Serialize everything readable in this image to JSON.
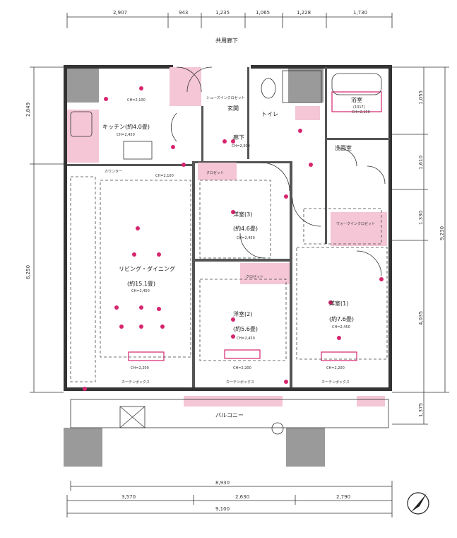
{
  "colors": {
    "accent": "#d6246e",
    "wall": "#9a9a9a",
    "pink_area": "#f4c6d6"
  },
  "dims": {
    "top": [
      "2,907",
      "943",
      "1,235",
      "1,065",
      "1,228",
      "1,730"
    ],
    "left": [
      "2,849",
      "6,250"
    ],
    "right": [
      "1,055",
      "1,610",
      "1,330",
      "4,035",
      "1,375"
    ],
    "right_total": "9,230",
    "bottom_total": "8,930",
    "bottom": [
      "3,570",
      "2,630",
      "2,790"
    ],
    "bottom_grand": "9,100"
  },
  "labels": {
    "corridor": "共用廊下",
    "kitchen": "キッチン(約4.0畳)",
    "ldk": "リビング・ダイニング",
    "ldk_area": "(約15.1畳)",
    "bedroom3": "洋室(3)",
    "bedroom3_area": "(約4.6畳)",
    "bedroom2": "洋室(2)",
    "bedroom2_area": "(約5.6畳)",
    "bedroom1": "洋室(1)",
    "bedroom1_area": "(約7.6畳)",
    "hall": "廊下",
    "entrance": "玄関",
    "toilet": "トイレ",
    "bath": "浴室",
    "bath_size": "(1317)",
    "washroom": "洗面室",
    "balcony": "バルコニー",
    "closet": "クロゼット",
    "walkin": "ウォークインクロゼット",
    "shoebox": "シューズインクロゼット",
    "curtain_box": "カーテンボックス",
    "counter": "カウンター",
    "ceiling_2450": "CH=2,450",
    "ceiling_2300": "CH=2,300",
    "ceiling_2200": "CH=2,200",
    "ceiling_2150": "CH=2,150",
    "ceiling_2100": "CH=2,100"
  }
}
